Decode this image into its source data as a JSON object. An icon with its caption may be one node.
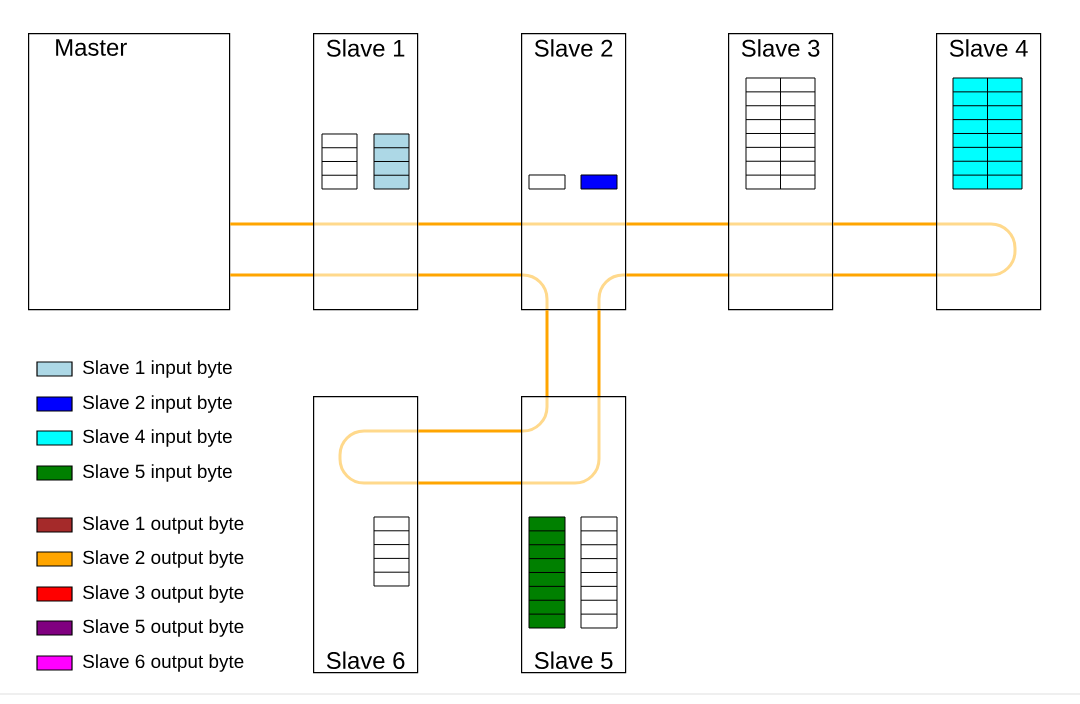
{
  "diagram": {
    "nodes": [
      {
        "text": [
          "Master"
        ]
      },
      {
        "text": [
          "Slave 1"
        ]
      },
      {
        "text": [
          "Slave 2"
        ]
      },
      {
        "text": [
          "Slave 3"
        ]
      },
      {
        "text": [
          "Slave 4"
        ]
      },
      {
        "text": [
          "Slave 6"
        ]
      },
      {
        "text": [
          "Slave 5"
        ]
      }
    ],
    "edges": [
      {
        "from": 0,
        "to": 1,
        "arrow": "none"
      },
      {
        "from": 0,
        "to": 1,
        "arrow": "none"
      },
      {
        "from": 1,
        "to": 2,
        "arrow": "none"
      },
      {
        "from": 1,
        "to": 2,
        "arrow": "none"
      },
      {
        "from": 2,
        "to": 3,
        "arrow": "none"
      },
      {
        "from": 2,
        "to": 3,
        "arrow": "none"
      },
      {
        "from": 3,
        "to": 4,
        "arrow": "none"
      },
      {
        "from": 3,
        "to": 4,
        "arrow": "none"
      },
      {
        "from": 2,
        "to": 6,
        "arrow": "none"
      },
      {
        "from": 2,
        "to": 6,
        "arrow": "none"
      },
      {
        "from": 5,
        "to": 6,
        "arrow": "none"
      },
      {
        "from": 5,
        "to": 6,
        "arrow": "none"
      }
    ],
    "legend": [
      {
        "text": "Slave 1 input byte",
        "color": "#add8e6"
      },
      {
        "text": "Slave 2 input byte",
        "color": "#0000ff"
      },
      {
        "text": "Slave 4 input byte",
        "color": "#00ffff"
      },
      {
        "text": "Slave 5 input byte",
        "color": "#008000"
      },
      {
        "text": "Slave 1 output byte",
        "color": "#a52a2a"
      },
      {
        "text": "Slave 2 output byte",
        "color": "#ffa500"
      },
      {
        "text": "Slave 3 output byte",
        "color": "#ff0000"
      },
      {
        "text": "Slave 5 output byte",
        "color": "#800080"
      },
      {
        "text": "Slave 6 output byte",
        "color": "#ff00ff"
      }
    ]
  }
}
